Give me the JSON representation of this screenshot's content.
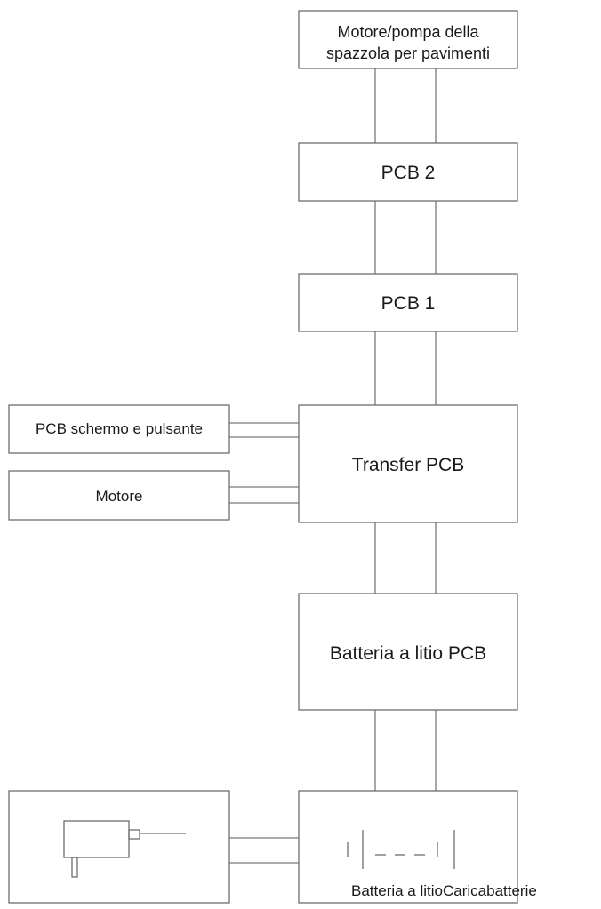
{
  "blocks": {
    "floor_brush_motor_pump": {
      "line1": "Motore/pompa della",
      "line2": "spazzola per pavimenti"
    },
    "pcb2": {
      "label": "PCB 2"
    },
    "pcb1": {
      "label": "PCB 1"
    },
    "screen_button_pcb": {
      "label": "PCB schermo e pulsante"
    },
    "motor": {
      "label": "Motore"
    },
    "transfer_pcb": {
      "label": "Transfer PCB"
    },
    "lithium_battery_pcb": {
      "label": "Batteria a litio PCB"
    },
    "battery_charger": {
      "label": "Batteria a litioCaricabatterie"
    }
  },
  "icons": {
    "charger": "charger-plug-icon",
    "battery": "battery-cell-icon"
  },
  "colors": {
    "line": "#6e6e6e",
    "text": "#1a1a1a",
    "background": "#ffffff"
  }
}
